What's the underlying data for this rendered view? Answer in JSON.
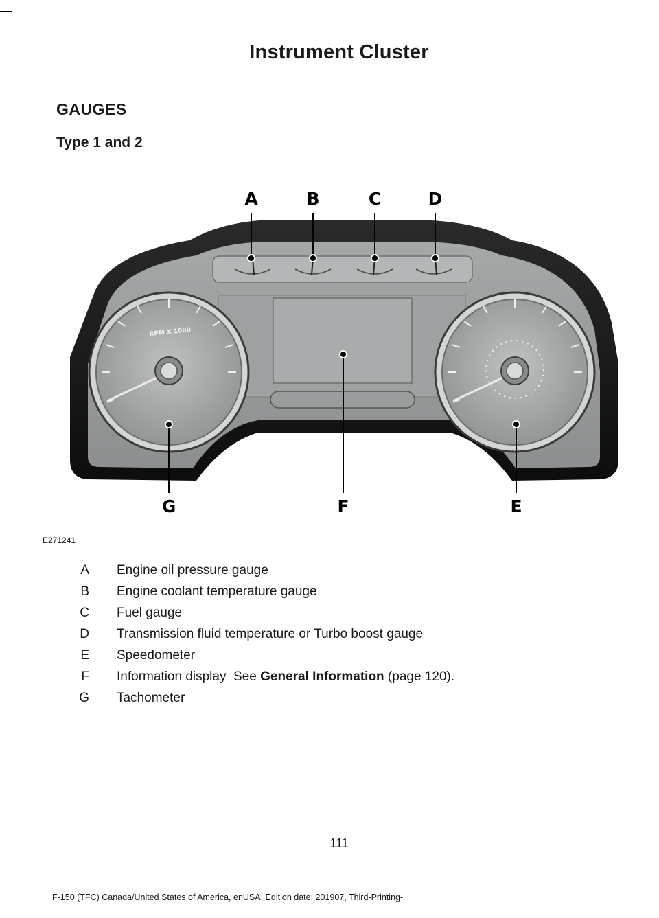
{
  "header": {
    "title": "Instrument Cluster"
  },
  "section": {
    "title": "GAUGES",
    "subtitle": "Type 1 and 2"
  },
  "figure": {
    "id": "E271241",
    "callouts": {
      "a": "A",
      "b": "B",
      "c": "C",
      "d": "D",
      "e": "E",
      "f": "F",
      "g": "G"
    },
    "tachometer_label": "RPM X 1000"
  },
  "legend": [
    {
      "key": "A",
      "text": "Engine oil pressure gauge"
    },
    {
      "key": "B",
      "text": "Engine coolant temperature gauge"
    },
    {
      "key": "C",
      "text": "Fuel gauge"
    },
    {
      "key": "D",
      "text": "Transmission fluid temperature or Turbo boost gauge"
    },
    {
      "key": "E",
      "text": "Speedometer"
    },
    {
      "key": "F",
      "text": "Information display  See ",
      "link": "General Information",
      "suffix": " (page 120)."
    },
    {
      "key": "G",
      "text": "Tachometer"
    }
  ],
  "footer": {
    "page_number": "111",
    "edition": "F-150 (TFC) Canada/United States of America, enUSA, Edition date: 201907, Third-Printing-"
  }
}
